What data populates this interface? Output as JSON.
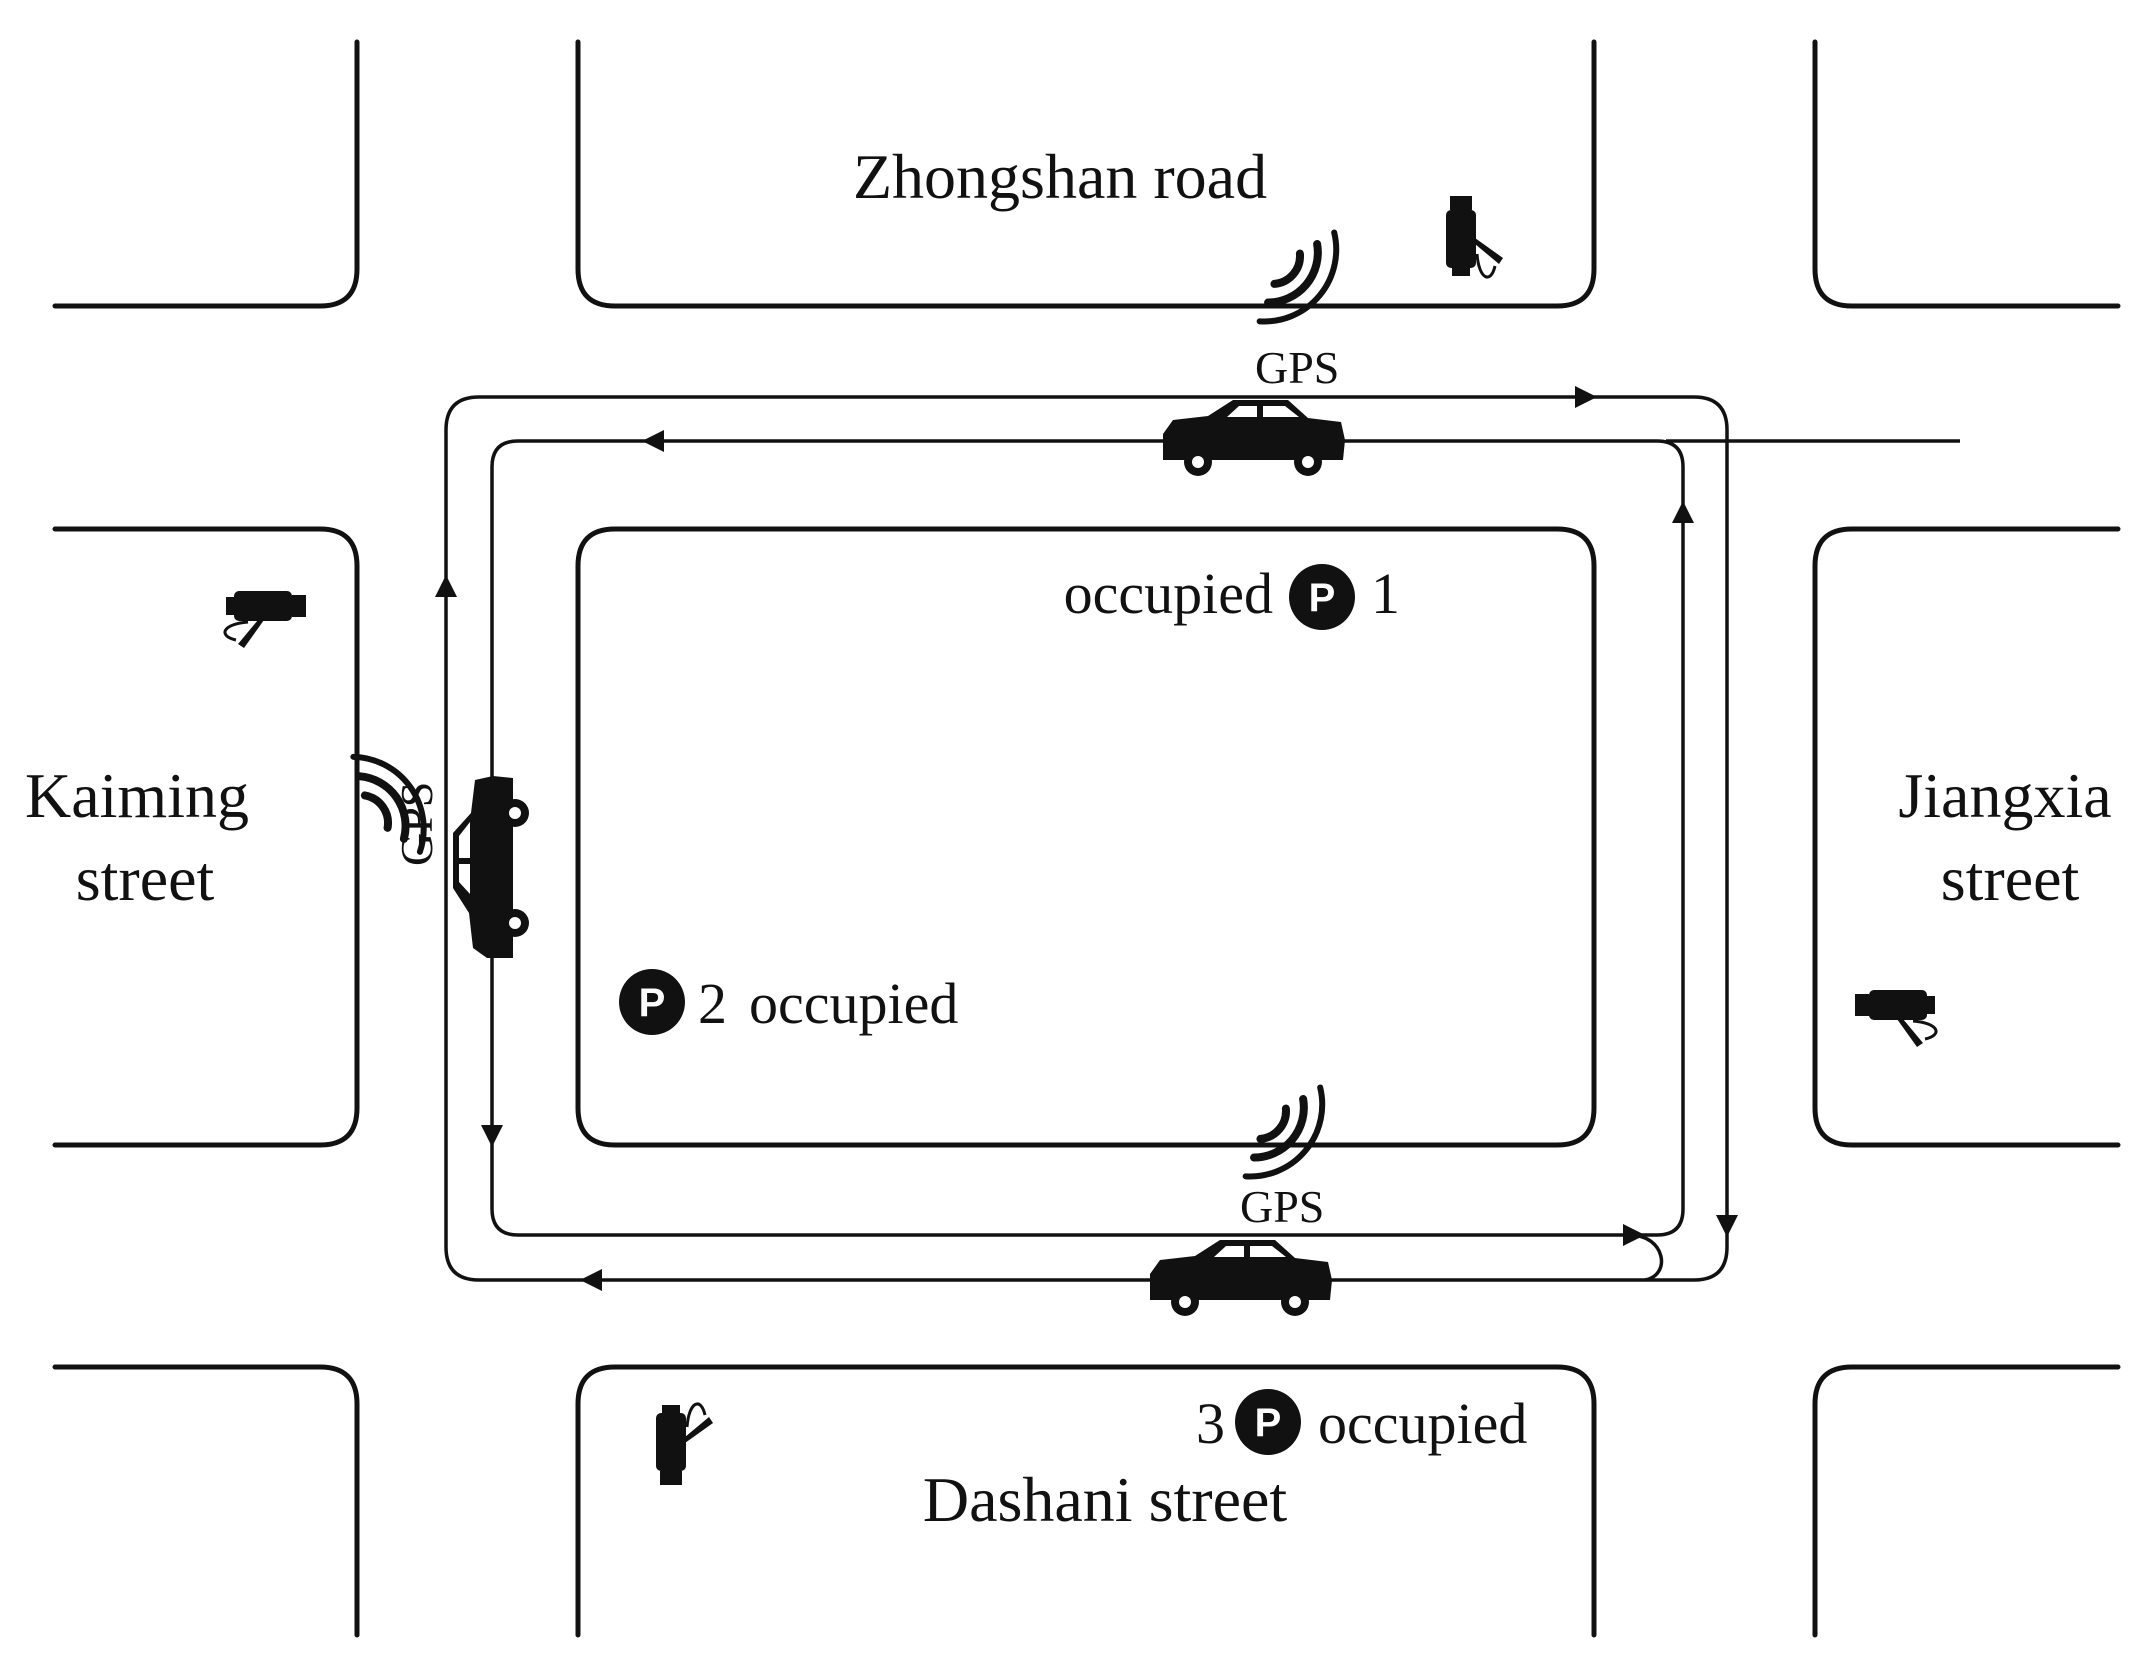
{
  "streets": {
    "north": "Zhongshan road",
    "west_line1": "Kaiming",
    "west_line2": "street",
    "east_line1": "Jiangxia",
    "east_line2": "street",
    "south": "Dashani street"
  },
  "gps_label": "GPS",
  "parking": {
    "symbol": "P",
    "lot1": {
      "status": "occupied",
      "number": "1"
    },
    "lot2": {
      "status": "occupied",
      "number": "2"
    },
    "lot3": {
      "status": "occupied",
      "number": "3"
    }
  },
  "icons": [
    "camera-icon",
    "car-icon",
    "gps-signal-icon",
    "parking-icon",
    "arrow-icon"
  ],
  "colors": {
    "ink": "#111111",
    "background": "#ffffff"
  }
}
